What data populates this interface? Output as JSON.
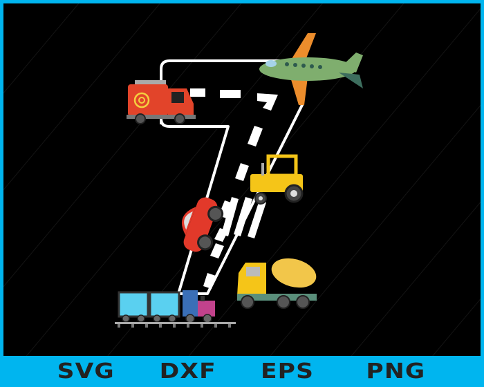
{
  "artwork": {
    "colors": {
      "frame": "#00b5ef",
      "background": "#000000",
      "outline": "#ffffff",
      "format_text": "#222222"
    }
  },
  "formats": [
    "SVG",
    "DXF",
    "EPS",
    "PNG"
  ]
}
